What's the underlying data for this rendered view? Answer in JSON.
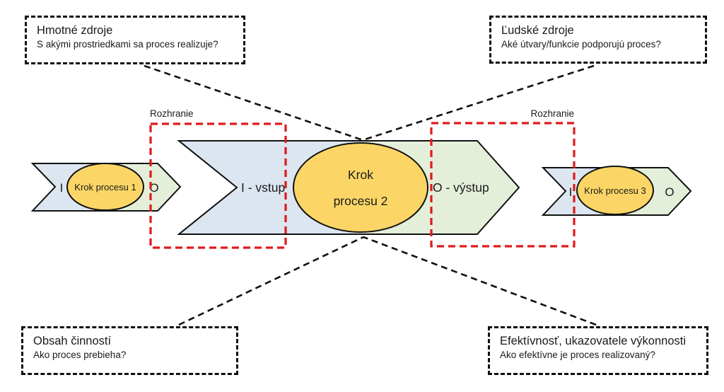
{
  "callouts": {
    "top_left": {
      "title": "Hmotné zdroje",
      "question": "S akými prostriedkami sa proces realizuje?"
    },
    "top_right": {
      "title": "Ľudské zdroje",
      "question": "Aké útvary/funkcie podporujú proces?"
    },
    "bottom_left": {
      "title": "Obsah činností",
      "question": "Ako proces prebieha?"
    },
    "bottom_right": {
      "title": "Efektívnosť, ukazovatele výkonnosti",
      "question": "Ako efektívne je proces realizovaný?"
    }
  },
  "interfaces": {
    "left_label": "Rozhranie",
    "right_label": "Rozhranie"
  },
  "steps": {
    "step1": {
      "label": "Krok procesu 1",
      "input_marker": "I",
      "output_marker": "O"
    },
    "step2": {
      "label_line1": "Krok",
      "label_line2": "procesu 2",
      "input_marker": "I - vstup",
      "output_marker": "O - výstup"
    },
    "step3": {
      "label": "Krok procesu 3",
      "input_marker": "I",
      "output_marker": "O"
    }
  },
  "colors": {
    "input_fill": "#dce6f1",
    "output_fill": "#e4efda",
    "step_fill": "#fbd666",
    "interface_stroke": "#e0191b",
    "line": "#111111",
    "text": "#1a1a1a",
    "bg": "#ffffff"
  }
}
